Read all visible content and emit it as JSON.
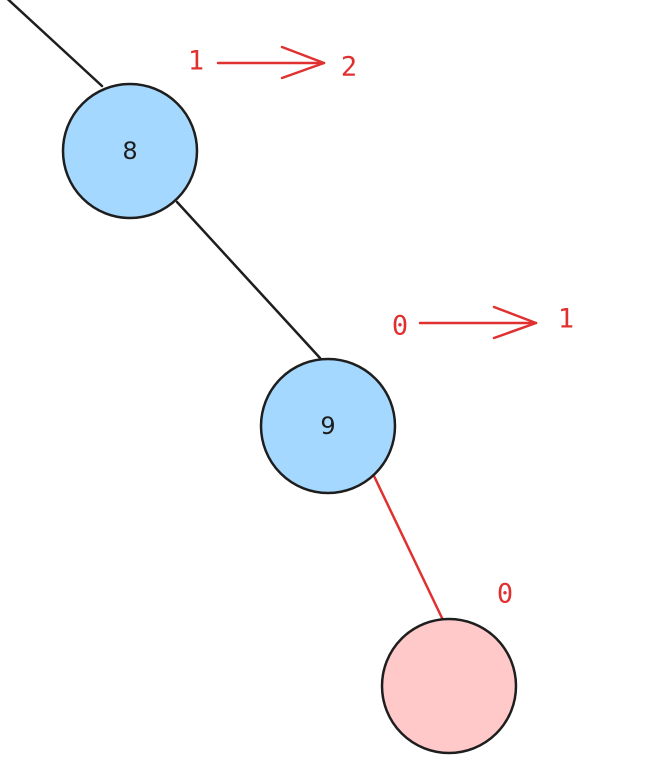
{
  "colors": {
    "background": "#ffffff",
    "stroke": "#1e1e1e",
    "node_fill": "#a5d8ff",
    "new_node_fill": "#ffc9c9",
    "annotation": "#e03131"
  },
  "nodes": {
    "node_8": {
      "label": "8"
    },
    "node_9": {
      "label": "9"
    },
    "new_node": {
      "label": ""
    }
  },
  "annotations": {
    "node_8_height": {
      "from": "1",
      "to": "2"
    },
    "node_9_height": {
      "from": "0",
      "to": "1"
    },
    "new_node_height": {
      "value": "0"
    }
  }
}
